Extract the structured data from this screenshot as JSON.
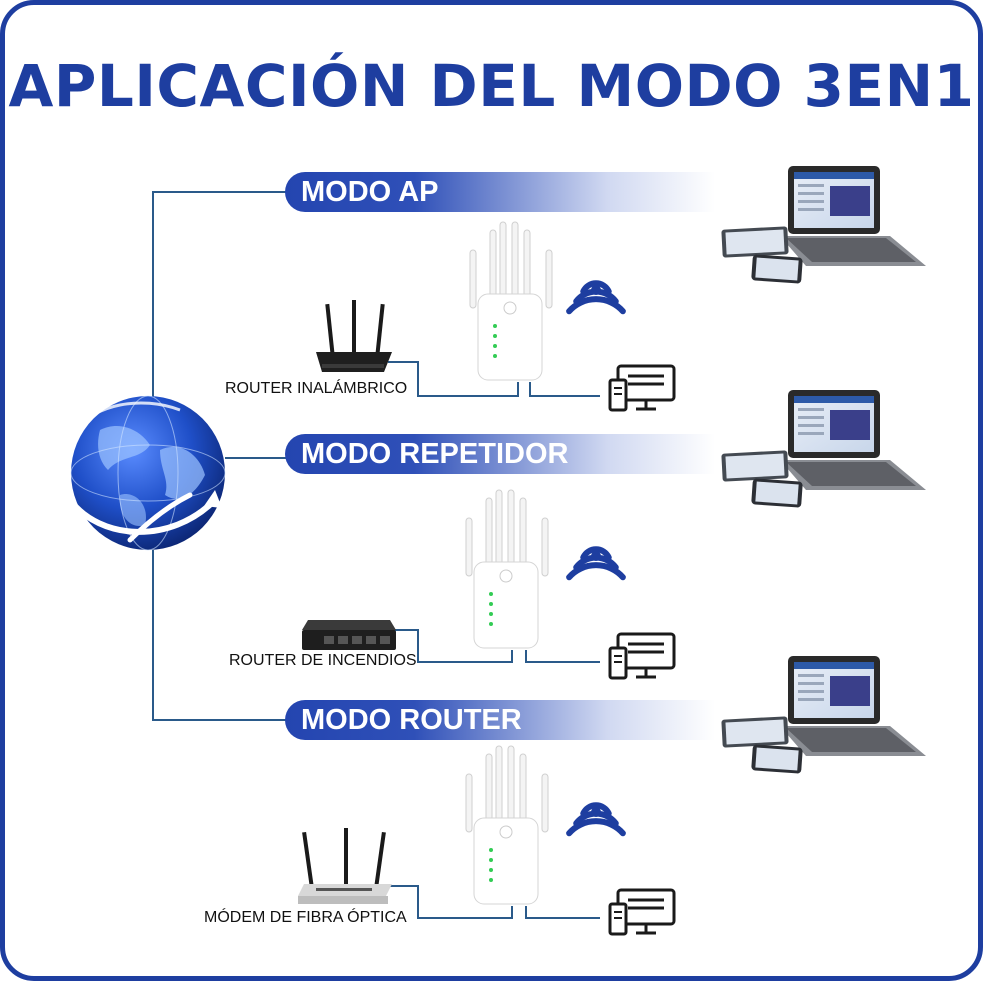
{
  "title": "APLICACIÓN DEL MODO 3EN1",
  "colors": {
    "brand_blue": "#1e3ea0",
    "line_blue": "#2a5a8a"
  },
  "modes": [
    {
      "label": "MODO AP",
      "device_label": "ROUTER INALÁMBRICO",
      "device_icon": "wireless-router-icon"
    },
    {
      "label": "MODO REPETIDOR",
      "device_label": "ROUTER DE INCENDIOS",
      "device_icon": "network-switch-icon"
    },
    {
      "label": "MODO ROUTER",
      "device_label": "MÓDEM DE FIBRA ÓPTICA",
      "device_icon": "fiber-modem-icon"
    }
  ],
  "icons": {
    "globe": "globe-icon",
    "extender": "wifi-extender-icon",
    "wifi": "wifi-signal-icon",
    "laptop": "laptop-icon",
    "tablet": "tablet-icon",
    "phone": "phone-icon",
    "desktop": "desktop-computer-icon"
  }
}
